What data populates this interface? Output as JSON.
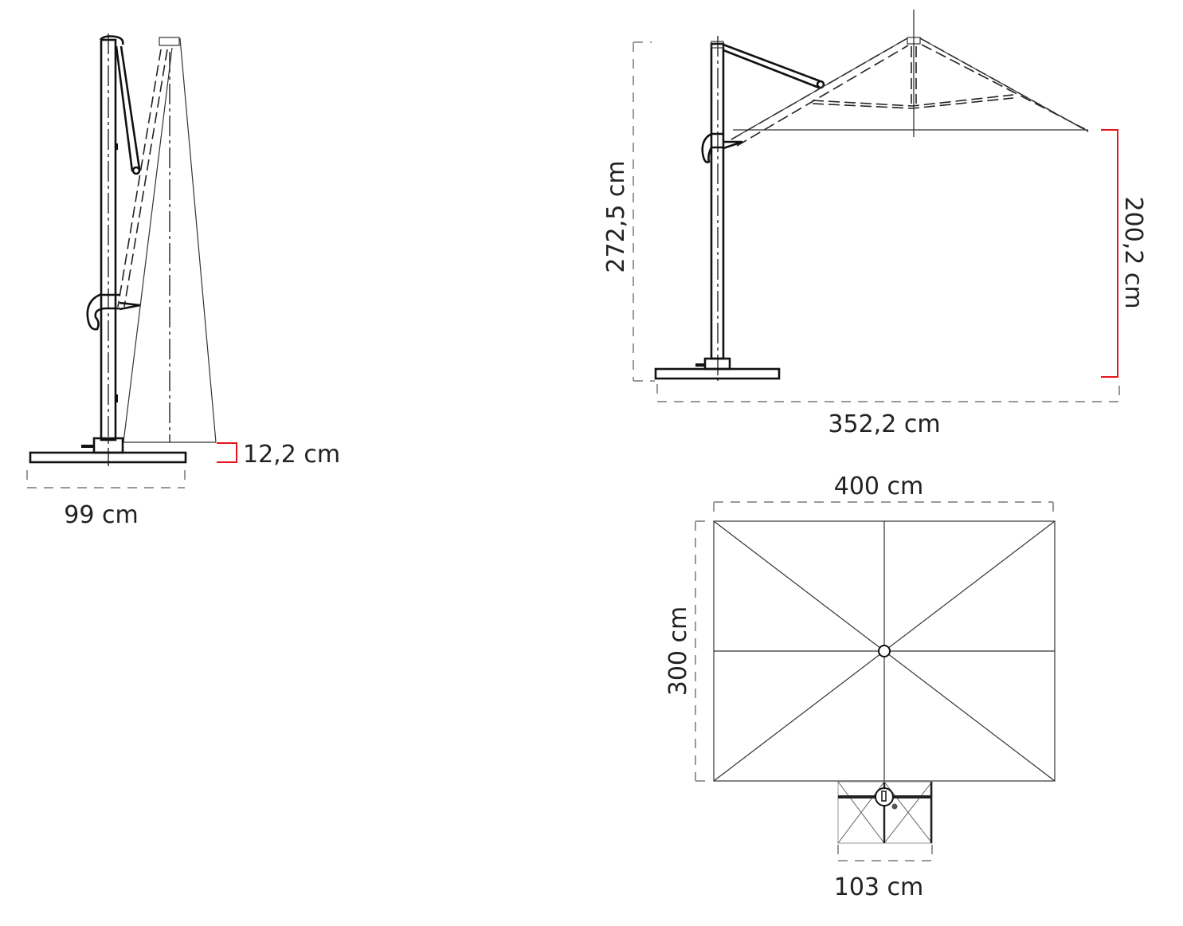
{
  "closed_side_view": {
    "base_width_label": "99 cm",
    "ground_clearance_label": "12,2 cm"
  },
  "open_side_view": {
    "total_height_label": "272,5 cm",
    "canopy_edge_height_label": "200,2 cm",
    "total_reach_label": "352,2 cm"
  },
  "top_view": {
    "canopy_length_label": "400 cm",
    "canopy_width_label": "300 cm",
    "base_width_label": "103 cm"
  },
  "colors": {
    "line": "#111111",
    "highlight_dimension": "#e8141b",
    "guide_dimension": "#999999"
  }
}
